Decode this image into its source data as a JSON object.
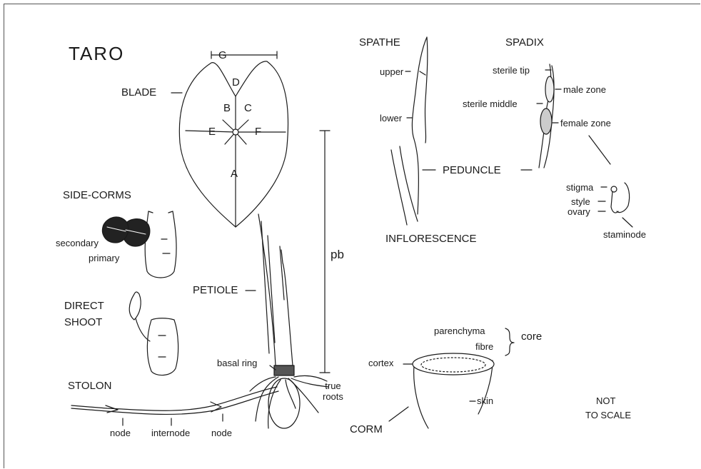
{
  "title": "TARO",
  "leaf": {
    "blade": "BLADE",
    "letters": {
      "g": "G",
      "d": "D",
      "b": "B",
      "c": "C",
      "e": "E",
      "f": "F",
      "a": "A"
    }
  },
  "petiole": "PETIOLE",
  "pb": "pb",
  "basal_ring": "basal ring",
  "true_roots": "true\nroots",
  "side_corms": {
    "heading": "SIDE-CORMS",
    "secondary": "secondary",
    "primary": "primary"
  },
  "direct_shoot": {
    "line1": "DIRECT",
    "line2": "SHOOT"
  },
  "stolon": {
    "heading": "STOLON",
    "node_left": "node",
    "internode": "internode",
    "node_right": "node"
  },
  "inflorescence": {
    "spathe": "SPATHE",
    "upper": "upper",
    "lower": "lower",
    "spadix": "SPADIX",
    "sterile_tip": "sterile tip",
    "male_zone": "male zone",
    "sterile_middle": "sterile middle",
    "female_zone": "female zone",
    "peduncle": "PEDUNCLE",
    "caption": "INFLORESCENCE",
    "stigma": "stigma",
    "style": "style",
    "ovary": "ovary",
    "staminode": "staminode"
  },
  "corm": {
    "parenchyma": "parenchyma",
    "fibre": "fibre",
    "core": "core",
    "cortex": "cortex",
    "skin": "skin",
    "heading": "CORM"
  },
  "note": {
    "line1": "NOT",
    "line2": "TO SCALE"
  }
}
